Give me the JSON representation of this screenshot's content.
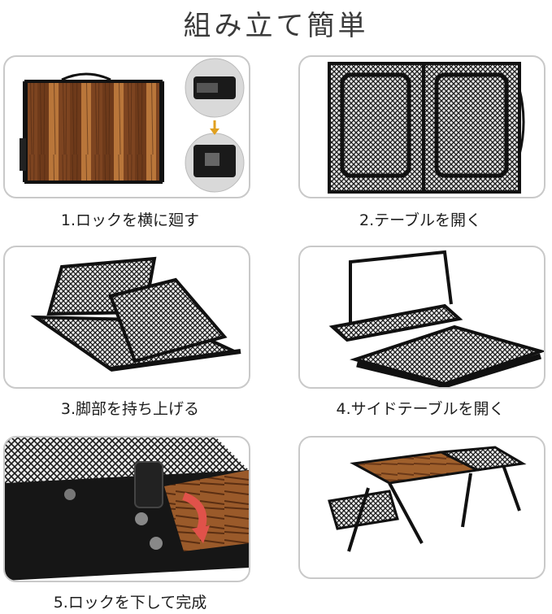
{
  "title": "組み立て簡単",
  "steps": [
    {
      "caption": "1.ロックを横に廻す"
    },
    {
      "caption": "2.テーブルを開く"
    },
    {
      "caption": "3.脚部を持ち上げる"
    },
    {
      "caption": "4.サイドテーブルを開く"
    },
    {
      "caption": "5.ロックを下して完成"
    }
  ],
  "colors": {
    "frame": "#111111",
    "wood_dark": "#6b3b1c",
    "wood_mid": "#a0602c",
    "wood_light": "#c98a4b",
    "border": "#c9c9c9",
    "arrow": "#e0524a"
  }
}
